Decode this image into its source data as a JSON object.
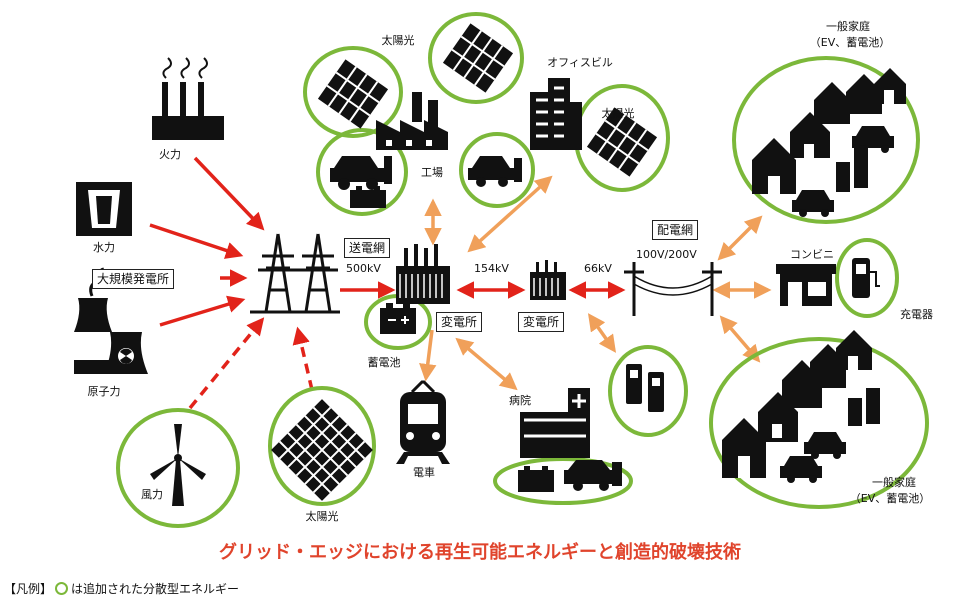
{
  "colors": {
    "ring": "#7cb83a",
    "red": "#e2231a",
    "orange": "#f0a05a",
    "caption": "#e0442c"
  },
  "labels": {
    "thermal": "火力",
    "hydro": "水力",
    "large_plant": "大規模発電所",
    "nuclear": "原子力",
    "wind": "風力",
    "solar_bottom": "太陽光",
    "solar_top": "太陽光",
    "factory": "工場",
    "office": "オフィスビル",
    "solar_office": "太陽光",
    "transmission": "送電網",
    "v500": "500kV",
    "v154": "154kV",
    "v66": "66kV",
    "substation1": "変電所",
    "substation2": "変電所",
    "battery": "蓄電池",
    "train": "電車",
    "hospital": "病院",
    "distribution": "配電網",
    "v100_200": "100V/200V",
    "home_top_1": "一般家庭",
    "home_top_2": "（EV、蓄電池）",
    "conveni": "コンビニ",
    "charger": "充電器",
    "home_bottom_1": "一般家庭",
    "home_bottom_2": "（EV、蓄電池）"
  },
  "caption": "グリッド・エッジにおける再生可能エネルギーと創造的破壊技術",
  "legend": {
    "prefix": "【凡例】",
    "text": "は追加された分散型エネルギー"
  },
  "icons": [
    "thermal-plant-icon",
    "hydro-dam-icon",
    "nuclear-plant-icon",
    "wind-turbine-icon",
    "solar-panel-icon",
    "transmission-tower-icon",
    "factory-icon",
    "ev-car-icon",
    "battery-icon",
    "office-building-icon",
    "transformer-icon",
    "train-icon",
    "hospital-icon",
    "utility-pole-icon",
    "house-icon",
    "convenience-store-icon",
    "ev-charger-icon"
  ]
}
